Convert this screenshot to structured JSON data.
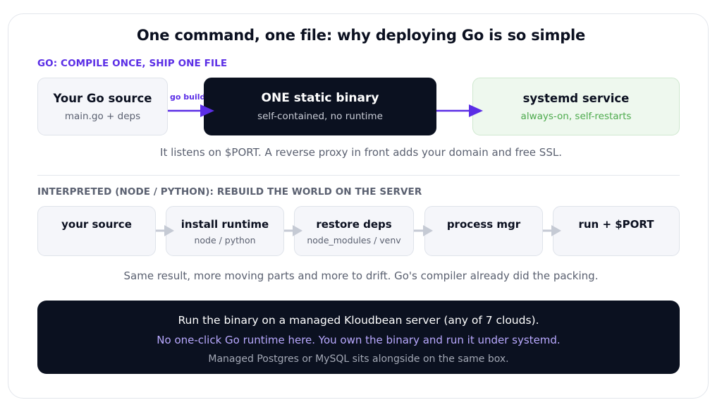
{
  "title": "One command, one file: why deploying Go is so simple",
  "go_section": {
    "label": "GO: COMPILE ONCE, SHIP ONE FILE",
    "source": {
      "title": "Your Go source",
      "subtitle": "main.go + deps"
    },
    "edge_label": "go build",
    "binary": {
      "title": "ONE static binary",
      "subtitle": "self-contained, no runtime"
    },
    "service": {
      "title": "systemd service",
      "subtitle": "always-on, self-restarts"
    },
    "note": "It listens on $PORT. A reverse proxy in front adds your domain and free SSL."
  },
  "interpreted_section": {
    "label": "INTERPRETED (NODE / PYTHON): REBUILD THE WORLD ON THE SERVER",
    "steps": [
      {
        "title": "your source",
        "subtitle": ""
      },
      {
        "title": "install runtime",
        "subtitle": "node / python"
      },
      {
        "title": "restore deps",
        "subtitle": "node_modules / venv"
      },
      {
        "title": "process mgr",
        "subtitle": ""
      },
      {
        "title": "run + $PORT",
        "subtitle": ""
      }
    ],
    "note": "Same result, more moving parts and more to drift. Go's compiler already did the packing."
  },
  "callout": {
    "line1": "Run the binary on a managed Kloudbean server (any of 7 clouds).",
    "line2": "No one-click Go runtime here. You own the binary and run it under systemd.",
    "line3": "Managed Postgres or MySQL sits alongside on the same box."
  },
  "colors": {
    "accent": "#5b2ee6",
    "dark": "#0b1120",
    "green_text": "#4caa4c",
    "step_arrow": "#c5cad4"
  }
}
